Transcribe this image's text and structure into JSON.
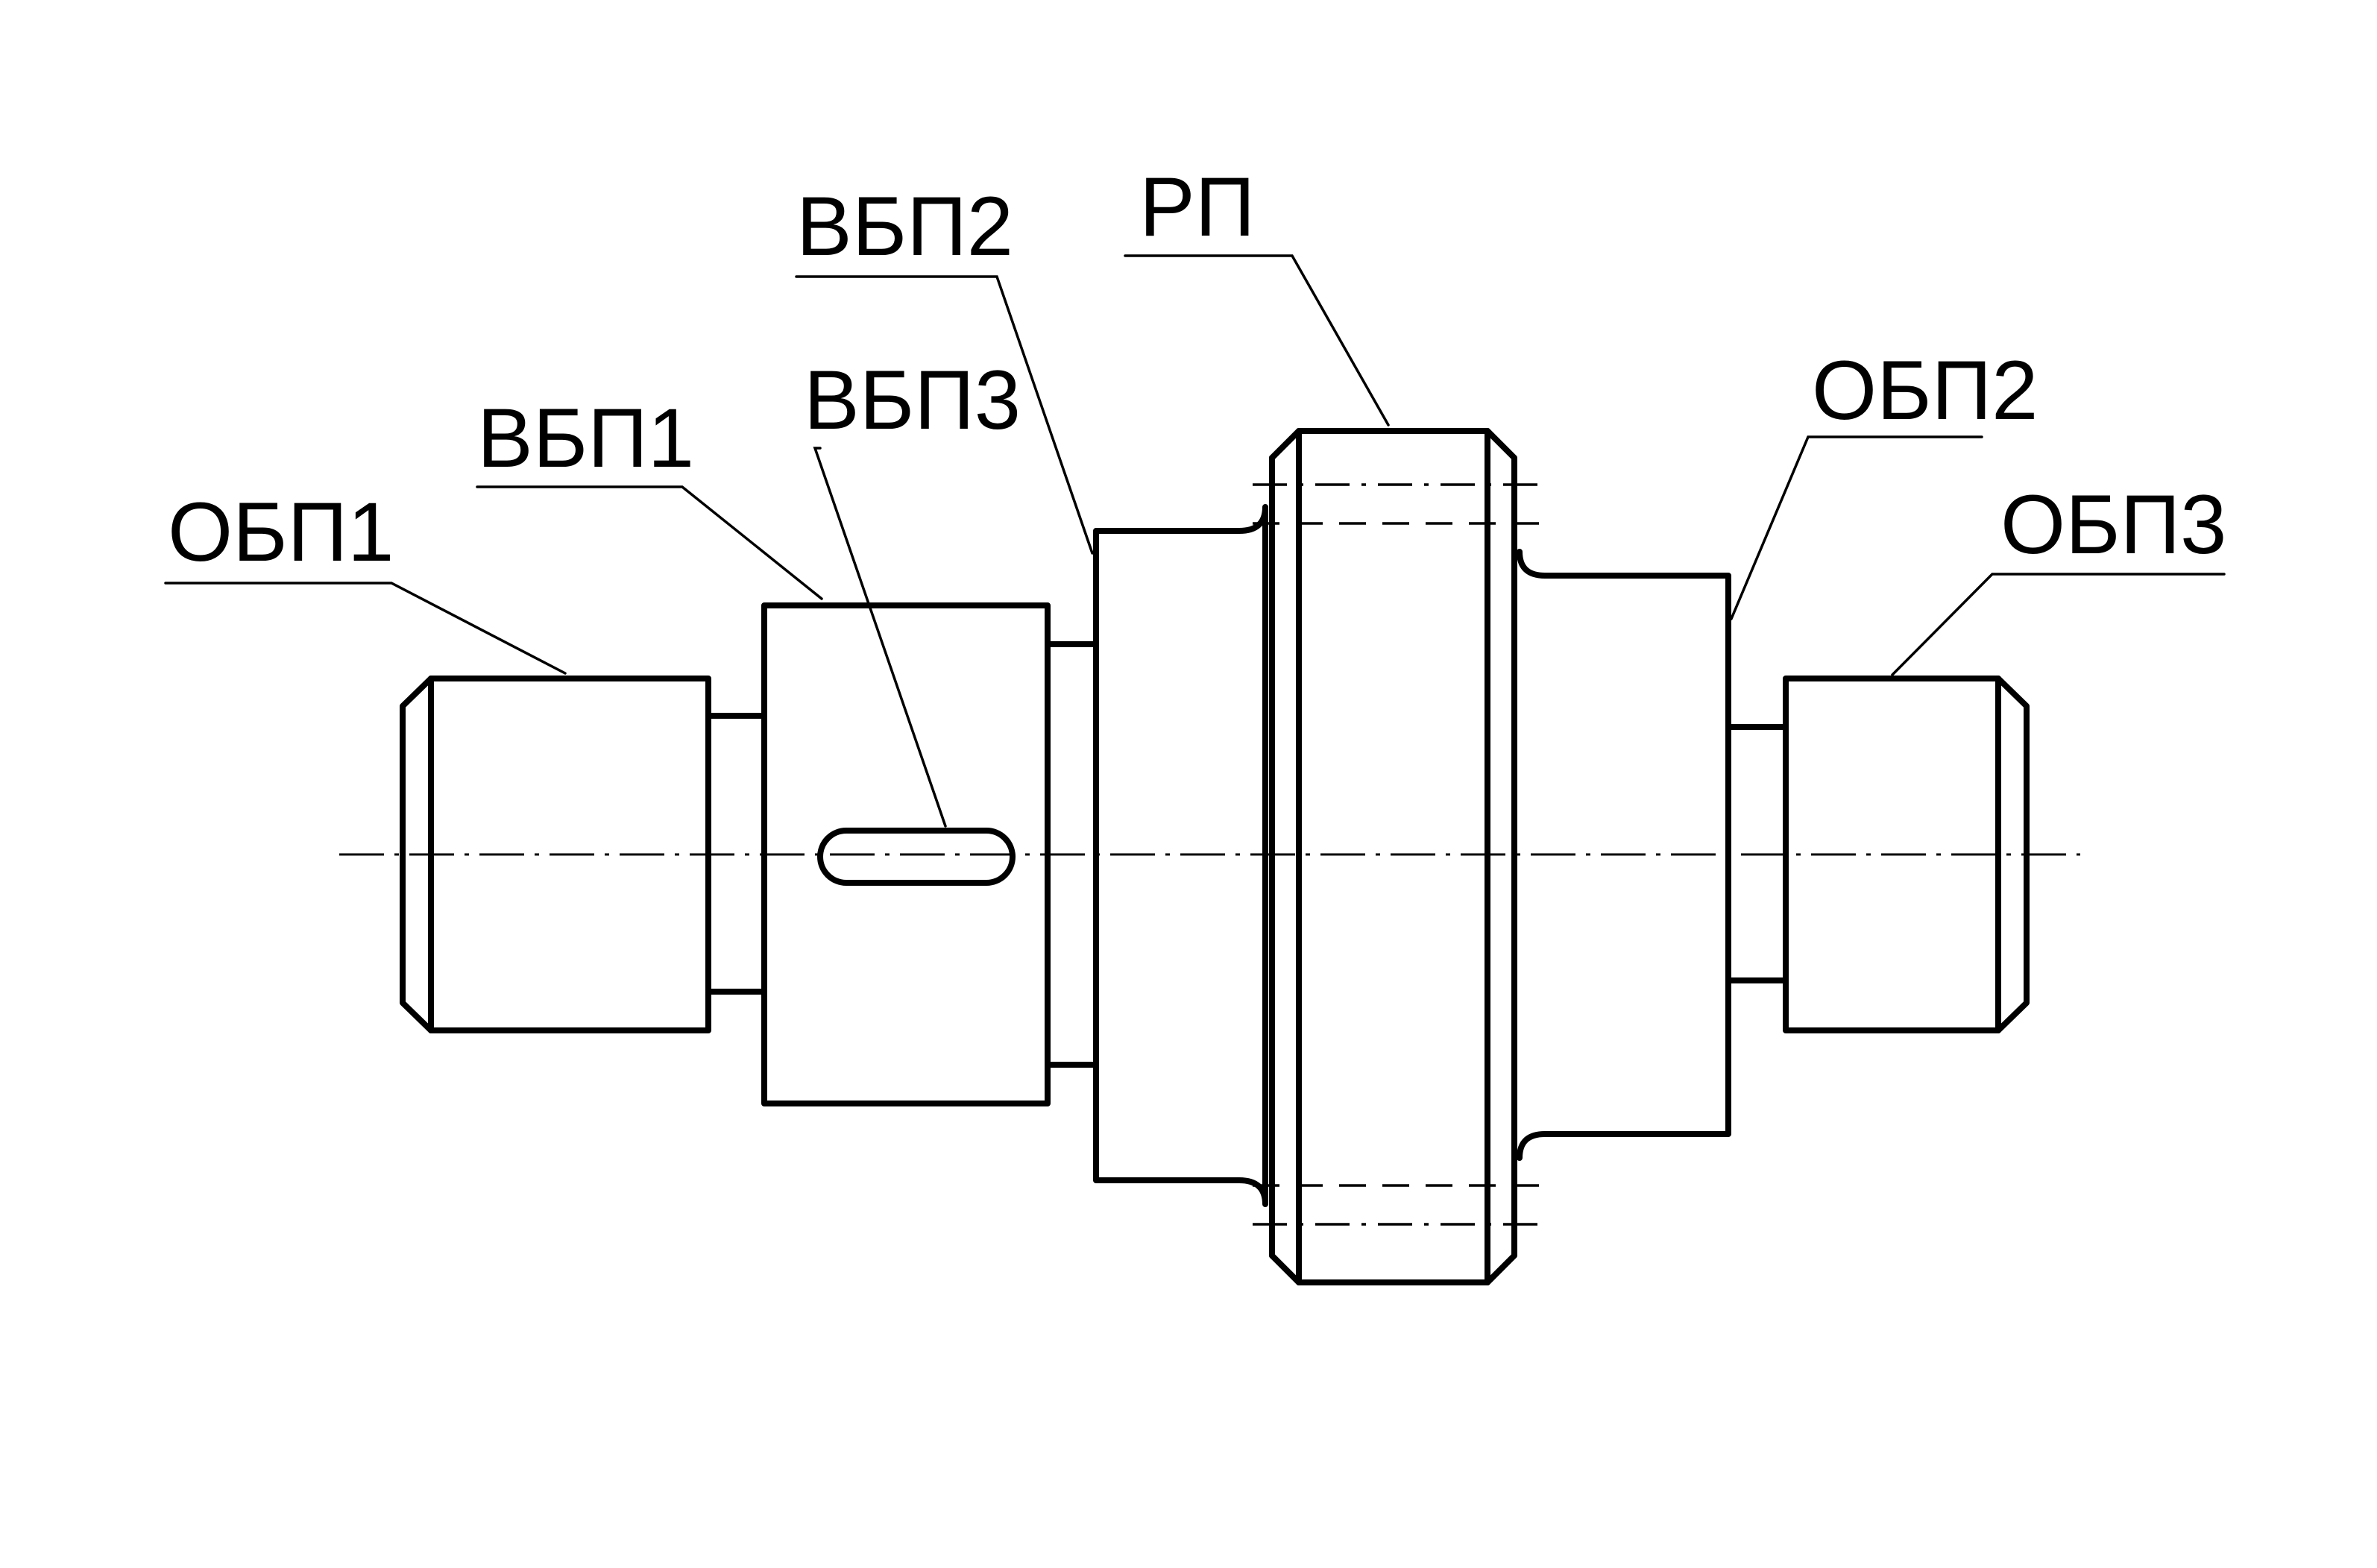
{
  "labels": {
    "obp1": "ОБП1",
    "vbp1": "ВБП1",
    "vbp2": "ВБП2",
    "vbp3": "ВБП3",
    "rp": "РП",
    "obp2": "ОБП2",
    "obp3": "ОБП3"
  },
  "colors": {
    "line": "#000000",
    "background": "#ffffff"
  }
}
